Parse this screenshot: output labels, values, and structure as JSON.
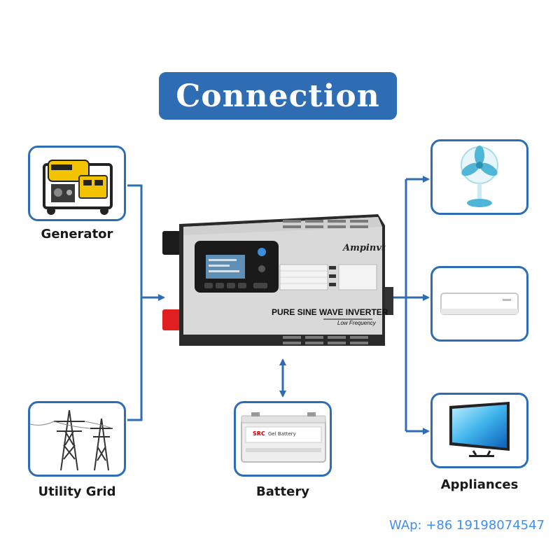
{
  "title": "Connection",
  "nodes": {
    "generator": "Generator",
    "utility_grid": "Utility Grid",
    "battery": "Battery",
    "appliances": "Appliances"
  },
  "inverter": {
    "brand": "Ampinvt",
    "headline": "PURE SINE WAVE INVERTER",
    "subline": "Low Frequency"
  },
  "battery_label": {
    "brand": "SRC",
    "type": "Gel Battery"
  },
  "contact": "WAp: +86 19198074547",
  "colors": {
    "accent": "#2e6db4",
    "contact": "#3f8ff0"
  }
}
